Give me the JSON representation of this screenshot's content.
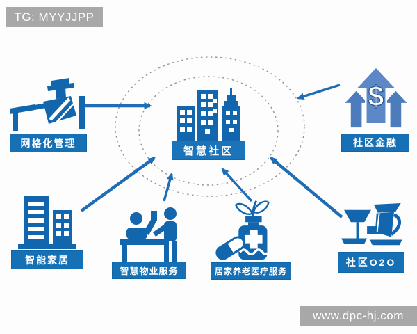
{
  "watermarks": {
    "top_left": "TG: MYYJJPP",
    "bottom_right": "www.dpc-hj.com"
  },
  "diagram": {
    "title_concept": "智慧社区",
    "center": {
      "label": "智慧社区",
      "icon": "city-skyline-icon"
    },
    "nodes": [
      {
        "id": "grid-management",
        "label": "网格化管理",
        "icon": "officer-at-desk-icon",
        "arrow_direction": "left-to-center"
      },
      {
        "id": "community-finance",
        "label": "社区金融",
        "icon": "rising-arrows-dollar-icon",
        "arrow_direction": "top-right-to-center"
      },
      {
        "id": "smart-home",
        "label": "智能家居",
        "icon": "apartment-buildings-icon",
        "arrow_direction": "bottom-left-to-center"
      },
      {
        "id": "property-service",
        "label": "智慧物业服务",
        "icon": "service-counter-icon",
        "arrow_direction": "bottom-to-center"
      },
      {
        "id": "elderly-medical",
        "label": "居家养老医疗服务",
        "icon": "medicine-bottle-sprout-icon",
        "arrow_direction": "bottom-to-center"
      },
      {
        "id": "community-o2o",
        "label": "社区O2O",
        "icon": "tray-glass-pitcher-icon",
        "arrow_direction": "bottom-right-to-center"
      }
    ]
  },
  "colors": {
    "primary_blue": "#1266ad",
    "label_blue": "#1570b6",
    "arrow_blue": "#1e6db6",
    "light_blue": "#5c88c8",
    "light_blue_dark": "#4d7cbd",
    "ellipse_gray": "#949494",
    "watermark_gray": "#a8a8a8",
    "background": "#fdfdfd"
  }
}
